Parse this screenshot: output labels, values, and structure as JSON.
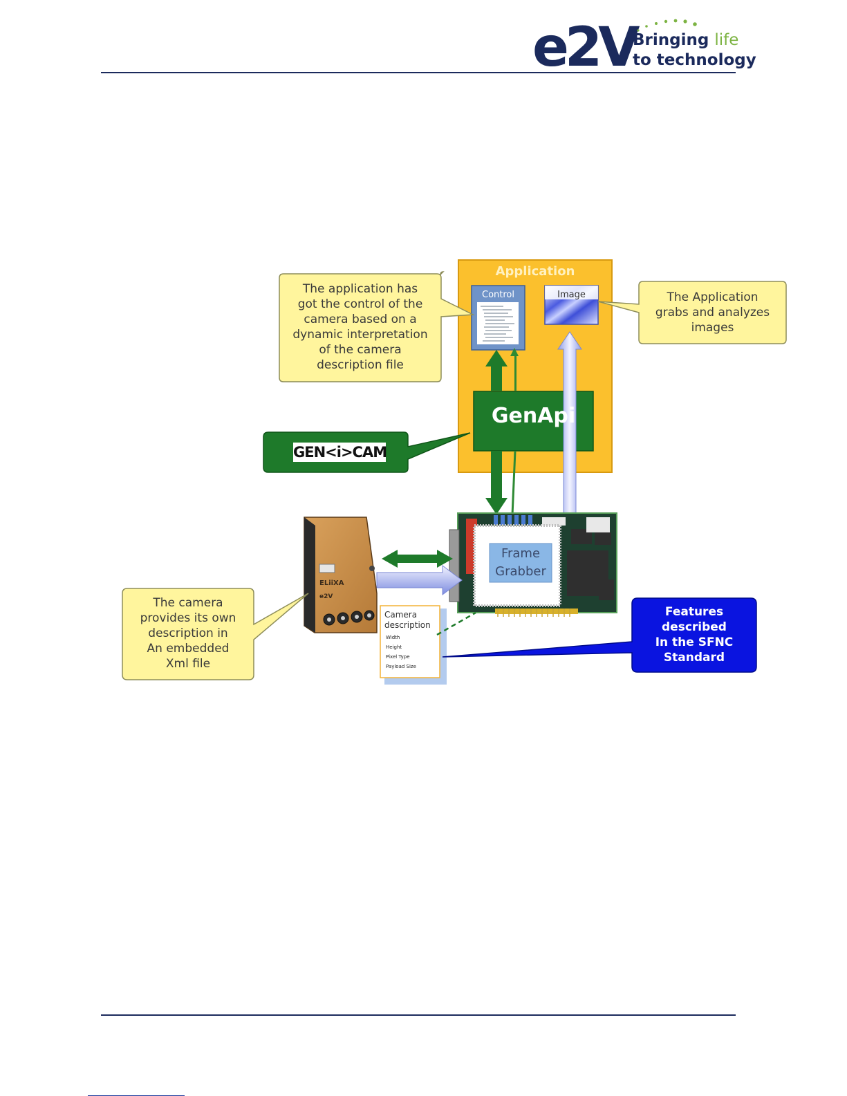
{
  "header": {
    "logo_text": "e2V",
    "tagline_line1_a": "Bringing ",
    "tagline_line1_b": "life",
    "tagline_line2": "to technology",
    "rule_color": "#1b2a5c",
    "accent_color": "#7cb342"
  },
  "diagram": {
    "application_title": "Application",
    "control_label": "Control",
    "image_label": "Image",
    "callout_application": [
      "The application has",
      "got the control of the",
      "camera based on a",
      "dynamic interpretation",
      "of the camera",
      "description file"
    ],
    "callout_grabs": [
      "The Application",
      "grabs and analyzes",
      "images"
    ],
    "genapi_label": "GenApi",
    "genicam_label": "GEN<i>CAM",
    "frame_grabber": [
      "Frame",
      "Grabber"
    ],
    "callout_camera": [
      "The camera",
      "provides its own",
      "description in",
      "An embedded",
      "Xml file"
    ],
    "camera_description": {
      "title_line1": "Camera",
      "title_line2": "description",
      "items": [
        "Width",
        "Height",
        "Pixel Type",
        "Payload Size"
      ]
    },
    "camera_labels": {
      "brand": "ELiiXA",
      "maker": "e2V"
    },
    "callout_sfnc": [
      "Features",
      "described",
      "In the SFNC",
      "Standard"
    ],
    "colors": {
      "app_bg": "#fbc02d",
      "genapi_green": "#1e7a2a",
      "callout_yellow": "#fff59d",
      "sfnc_blue": "#0a14e0"
    }
  }
}
